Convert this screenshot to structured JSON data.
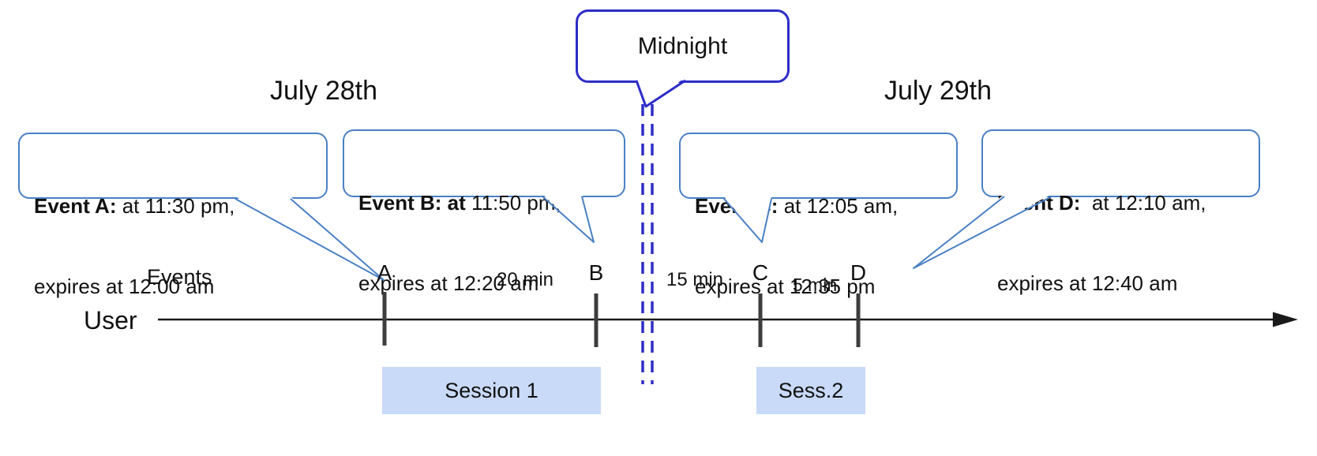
{
  "headings": {
    "left_date": "July 28th",
    "right_date": "July 29th"
  },
  "midnight": {
    "label": "Midnight"
  },
  "axis": {
    "events_label": "Events",
    "user_label": "User"
  },
  "ticks": [
    {
      "label": "A"
    },
    {
      "label": "B"
    },
    {
      "label": "C"
    },
    {
      "label": "D"
    }
  ],
  "intervals": [
    {
      "label": "20 min"
    },
    {
      "label": "15 min"
    },
    {
      "label": "5 min"
    }
  ],
  "callouts": [
    {
      "event": "A",
      "bold": "Event A:",
      "rest": " at 11:30 pm,",
      "line2": "expires at 12:00 am"
    },
    {
      "event": "B",
      "bold": "Event B: at",
      "rest": " 11:50 pm,",
      "line2": "expires at 12:20 am"
    },
    {
      "event": "C",
      "bold": "Event C:",
      "rest": " at 12:05 am,",
      "line2": "expires at 12:35 pm"
    },
    {
      "event": "D",
      "bold": "Event D:",
      "rest": "  at 12:10 am,",
      "line2": "expires at 12:40 am"
    }
  ],
  "sessions": [
    {
      "label": "Session 1"
    },
    {
      "label": "Sess.2"
    }
  ],
  "colors": {
    "callout_border": "#4a80c4",
    "midnight_blue": "#2d2dc8",
    "session_fill": "#c9daf8",
    "timeline_black": "#1a1a1a",
    "tick_gray": "#3d3d3d"
  }
}
